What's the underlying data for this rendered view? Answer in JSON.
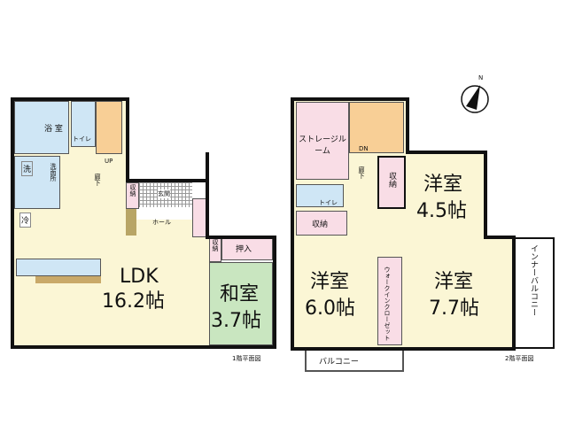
{
  "floor1": {
    "caption": "1階平面図",
    "rooms": {
      "bath": "浴 室",
      "toilet": "トイレ",
      "wash_icon": "洗",
      "washroom": "洗面所",
      "hall": "廊下",
      "up": "UP",
      "storage": "収納",
      "entrance": "玄関",
      "hole": "ホール",
      "fridge_icon": "冷",
      "ldk_name": "LDK",
      "ldk_size": "16.2帖",
      "washitsu_name": "和室",
      "washitsu_size": "3.7帖",
      "oshiire": "押入",
      "storage2": "収納"
    }
  },
  "floor2": {
    "caption": "2階平面図",
    "rooms": {
      "storage_room": "ストレージルーム",
      "dn": "DN",
      "hall": "廊下",
      "toilet": "トイレ",
      "storage_a": "収納",
      "storage_b": "収納",
      "room1_name": "洋室",
      "room1_size": "4.5帖",
      "room2_name": "洋室",
      "room2_size": "6.0帖",
      "closet": "ウォークインクローゼット",
      "room3_name": "洋室",
      "room3_size": "7.7帖",
      "inner_balcony": "インナーバルコニー",
      "balcony": "バルコニー"
    }
  },
  "compass": {
    "label": "N",
    "icon": "north-arrow-icon"
  },
  "colors": {
    "wet": "#cfe6f5",
    "floor": "#fbf6d5",
    "stairs": "#f8cf96",
    "storage": "#f9dde6",
    "tatami": "#c9e6c0",
    "entrance": "#ffffff"
  }
}
